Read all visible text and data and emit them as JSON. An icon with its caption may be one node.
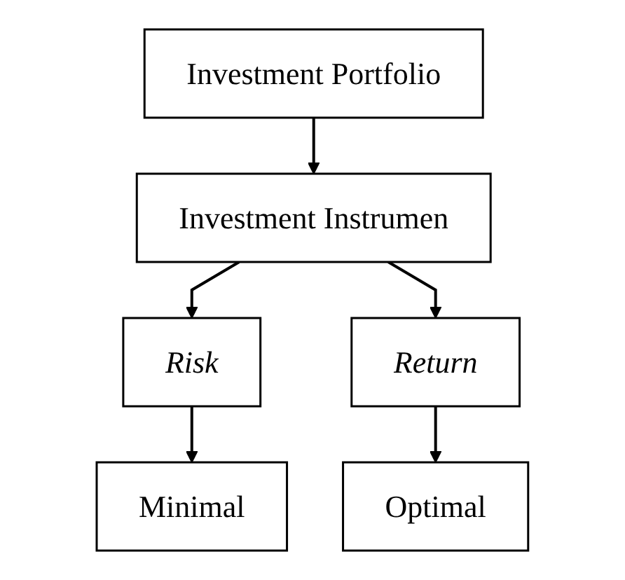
{
  "diagram": {
    "nodes": [
      {
        "text": [
          "Investment Portfolio"
        ]
      },
      {
        "text": [
          "Investment Instrumen"
        ]
      },
      {
        "text": [
          "Risk"
        ]
      },
      {
        "text": [
          "Return"
        ]
      },
      {
        "text": [
          "Minimal"
        ]
      },
      {
        "text": [
          "Optimal"
        ]
      }
    ],
    "edges": [
      {
        "from": 0,
        "to": 1,
        "arrow": "to"
      },
      {
        "from": 1,
        "to": 2,
        "arrow": "to"
      },
      {
        "from": 1,
        "to": 3,
        "arrow": "to"
      },
      {
        "from": 2,
        "to": 4,
        "arrow": "to"
      },
      {
        "from": 3,
        "to": 5,
        "arrow": "to"
      }
    ]
  }
}
